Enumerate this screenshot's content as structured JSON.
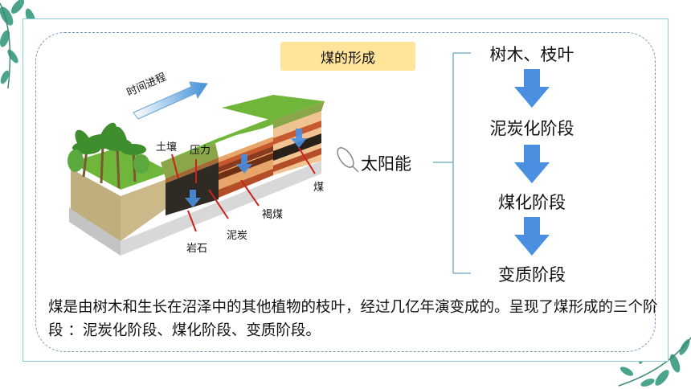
{
  "title": "煤的形成",
  "diagram": {
    "time_label": "时间进程",
    "labels": {
      "soil": "土壤",
      "pressure": "压力",
      "coal": "煤",
      "lignite": "褐煤",
      "peat": "泥炭",
      "rock": "岩石"
    }
  },
  "flow": {
    "source": "树木、枝叶",
    "stages": [
      "泥炭化阶段",
      "煤化阶段",
      "变质阶段"
    ],
    "side_label": "太阳能"
  },
  "caption": "煤是由树木和生长在沼泽中的其他植物的枝叶，经过几亿年演变成的。呈现了煤形成的三个阶段 ：泥炭化阶段、煤化阶段、变质阶段。",
  "colors": {
    "frame": "#8ec9d6",
    "dashed_border": "#7a97b8",
    "title_bg": "#ffe49a",
    "arrow_blue": "#4a8fe0",
    "grass": "#6fb63a",
    "leaf_green": "#4aa38a"
  }
}
